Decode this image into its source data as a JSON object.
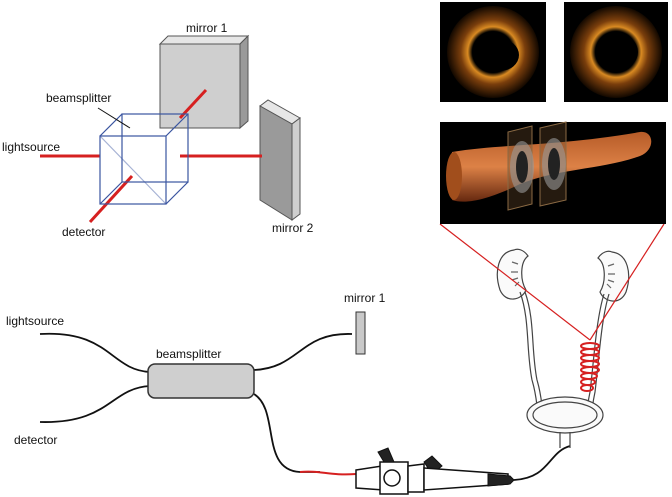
{
  "labels": {
    "mirror1_top": "mirror 1",
    "beamsplitter_top": "beamsplitter",
    "lightsource_top": "lightsource",
    "detector_top": "detector",
    "mirror2": "mirror 2",
    "mirror1_bottom": "mirror 1",
    "lightsource_bottom": "lightsource",
    "beamsplitter_bottom": "beamsplitter",
    "detector_bottom": "detector"
  },
  "colors": {
    "beam": "#d62020",
    "cube": "#3a55a0",
    "mirror_face": "#c9c9c9",
    "mirror_dark": "#8a8a8a",
    "fiber": "#111111",
    "oct_bg": "#000000",
    "oct_tissue": "#b86a18",
    "coil": "#d62020"
  }
}
